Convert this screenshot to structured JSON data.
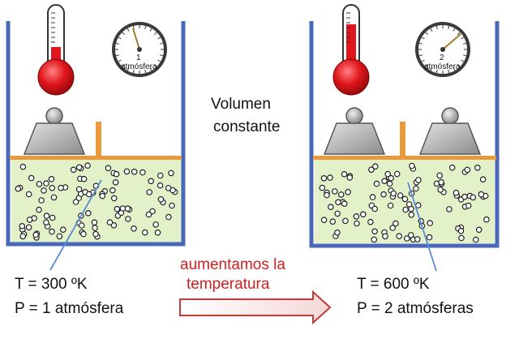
{
  "center_label": {
    "line1": "Volumen",
    "line2": "constante"
  },
  "arrow_label": {
    "line1": "aumentamos la",
    "line2": "temperatura"
  },
  "left_state": {
    "temperature": "T = 300 ºK",
    "pressure": "P = 1 atmósfera",
    "gauge_value": "1",
    "gauge_unit": "atmósfera",
    "thermometer_level": 0.35,
    "weights": 1
  },
  "right_state": {
    "temperature": "T = 600 ºK",
    "pressure": "P = 2 atmósferas",
    "gauge_value": "2",
    "gauge_unit": "atmósfera",
    "thermometer_level": 0.7,
    "weights": 2
  },
  "colors": {
    "container": "#4a68b8",
    "gas": "#e2f1c8",
    "piston": "#e89a3c",
    "thermo_red": "#e0161c",
    "arrow_label": "#d02020",
    "pointer": "#5a8ad0",
    "weight": "#b5b5b5"
  }
}
